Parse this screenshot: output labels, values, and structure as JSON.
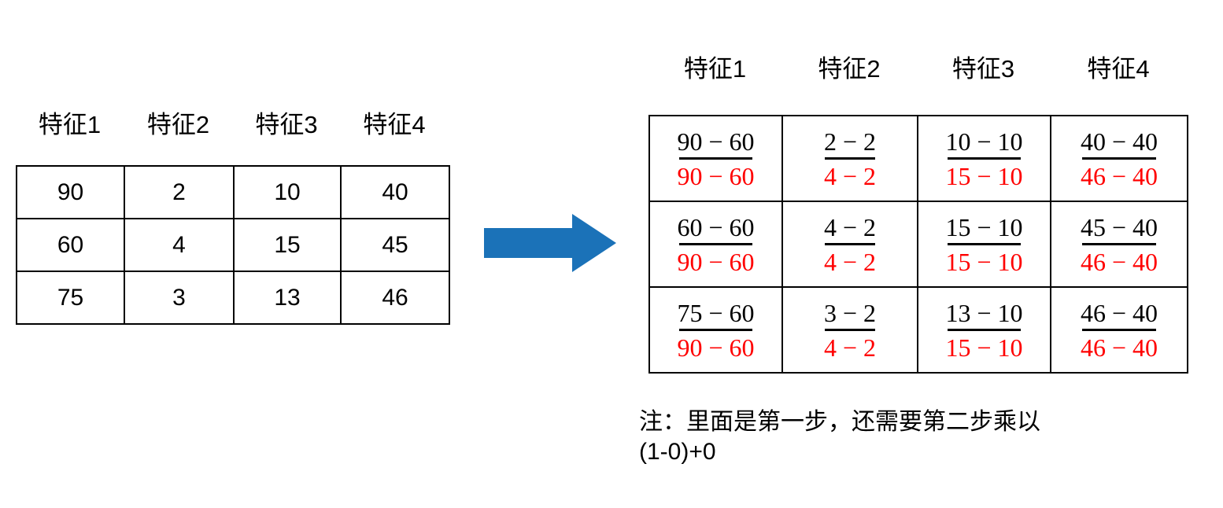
{
  "left_table": {
    "headers": [
      "特征1",
      "特征2",
      "特征3",
      "特征4"
    ],
    "rows": [
      [
        "90",
        "2",
        "10",
        "40"
      ],
      [
        "60",
        "4",
        "15",
        "45"
      ],
      [
        "75",
        "3",
        "13",
        "46"
      ]
    ]
  },
  "arrow": {
    "icon": "right-arrow-icon",
    "color": "#1b72b8"
  },
  "right_table": {
    "headers": [
      "特征1",
      "特征2",
      "特征3",
      "特征4"
    ],
    "numerator_color": "#000000",
    "denominator_color": "#ff0000",
    "rows": [
      [
        {
          "numerator": "90 − 60",
          "denominator": "90 − 60"
        },
        {
          "numerator": "2 − 2",
          "denominator": "4 − 2"
        },
        {
          "numerator": "10 − 10",
          "denominator": "15 − 10"
        },
        {
          "numerator": "40 − 40",
          "denominator": "46 − 40"
        }
      ],
      [
        {
          "numerator": "60 − 60",
          "denominator": "90 − 60"
        },
        {
          "numerator": "4 − 2",
          "denominator": "4 − 2"
        },
        {
          "numerator": "15 − 10",
          "denominator": "15 − 10"
        },
        {
          "numerator": "45 − 40",
          "denominator": "46 − 40"
        }
      ],
      [
        {
          "numerator": "75 − 60",
          "denominator": "90 − 60"
        },
        {
          "numerator": "3 − 2",
          "denominator": "4 − 2"
        },
        {
          "numerator": "13 − 10",
          "denominator": "15 − 10"
        },
        {
          "numerator": "46 − 40",
          "denominator": "46 − 40"
        }
      ]
    ]
  },
  "note": {
    "line1": "注：里面是第一步，还需要第二步乘以",
    "line2": "(1-0)+0"
  }
}
